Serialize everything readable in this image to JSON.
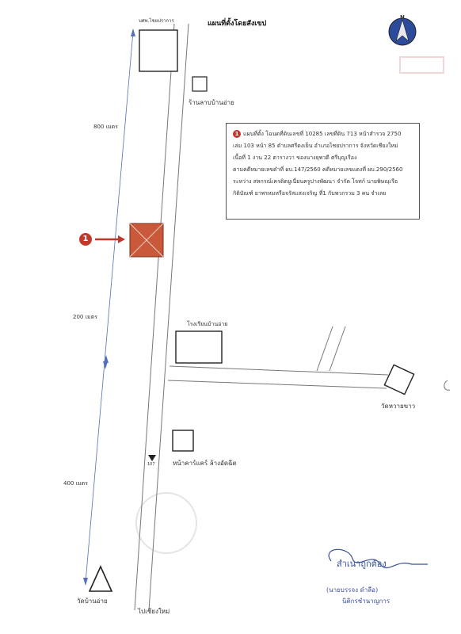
{
  "map": {
    "title": "แผนที่ตั้งโดยสังเขป",
    "compass_label": "N",
    "labels": {
      "top_road": "บศพ.ไชยปราการ",
      "shop_top": "ร้านลาบบ้านอ่าย",
      "dist_800": "800 เมตร",
      "dist_200": "200 เมตร",
      "dist_400": "400 เมตร",
      "school": "โรงเรียนบ้านอ่าย",
      "temple_right": "วัดหวายขาว",
      "car_shop": "หน้าคาร์แคร์ ล้างอัดฉีด",
      "road_number": "107",
      "temple_bottom": "วัดบ้านอ่าย",
      "to_city": "ไปเชียงใหม่"
    },
    "marker_number": "1"
  },
  "info_box": {
    "number": "1",
    "lines": [
      "แผนที่ตั้ง โฉนดที่ดินเลขที่ 10285 เลขที่ดิน 713 หน้าสำรวจ 2750",
      "เล่ม 103 หน้า 85 ตำบลศรีดงเย็น อำเภอไชยปราการ จังหวัดเชียงใหม่",
      "เนื้อที่ 1 งาน 22 ตารางวา ของนางยุพวดี ศรีบุญเรือง",
      "ตามคดีหมายเลขดำที่ ผบ.147/2560 คดีหมายเลขแดงที่ ผบ.290/2560",
      "ระหว่าง สหกรณ์เครดิตยูเนี่ยนครูปางพัฒนา จำกัด โจทก์ นายพิษณุเรือ",
      "กิติบัณฑ์ ยาพรหมหรือจรัสแสงเจริญ ที่1 กับพวกรวม 3 คน จำเลย"
    ]
  },
  "signature": {
    "certified": "สำเนาถูกต้อง",
    "name": "(นายบรรจง ดำลือ)",
    "position": "นิติกรชำนาญการ"
  }
}
